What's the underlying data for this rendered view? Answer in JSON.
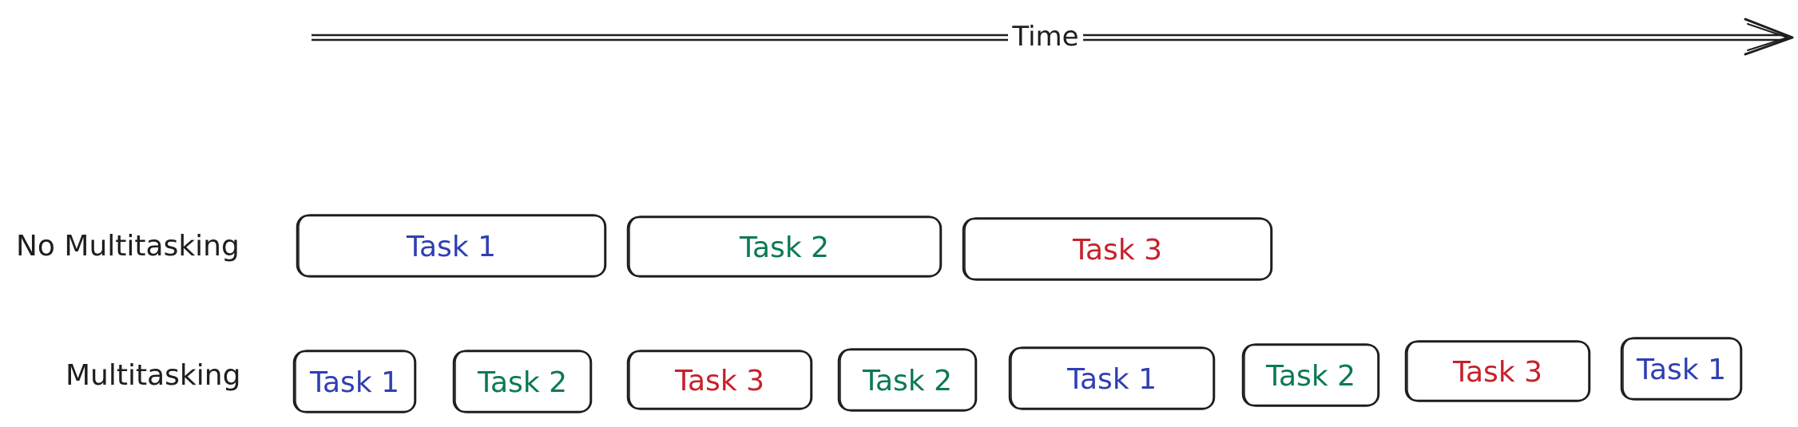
{
  "axis": {
    "label": "Time"
  },
  "colors": {
    "task1": "#2f3fb3",
    "task2": "#0a7a52",
    "task3": "#c8202a",
    "ink": "#1e1e1e"
  },
  "rows": [
    {
      "label": "No Multitasking",
      "tasks": [
        {
          "label": "Task 1",
          "color": "task1"
        },
        {
          "label": "Task 2",
          "color": "task2"
        },
        {
          "label": "Task 3",
          "color": "task3"
        }
      ]
    },
    {
      "label": "Multitasking",
      "tasks": [
        {
          "label": "Task 1",
          "color": "task1"
        },
        {
          "label": "Task 2",
          "color": "task2"
        },
        {
          "label": "Task 3",
          "color": "task3"
        },
        {
          "label": "Task 2",
          "color": "task2"
        },
        {
          "label": "Task 1",
          "color": "task1"
        },
        {
          "label": "Task 2",
          "color": "task2"
        },
        {
          "label": "Task 3",
          "color": "task3"
        },
        {
          "label": "Task 1",
          "color": "task1"
        }
      ]
    }
  ]
}
